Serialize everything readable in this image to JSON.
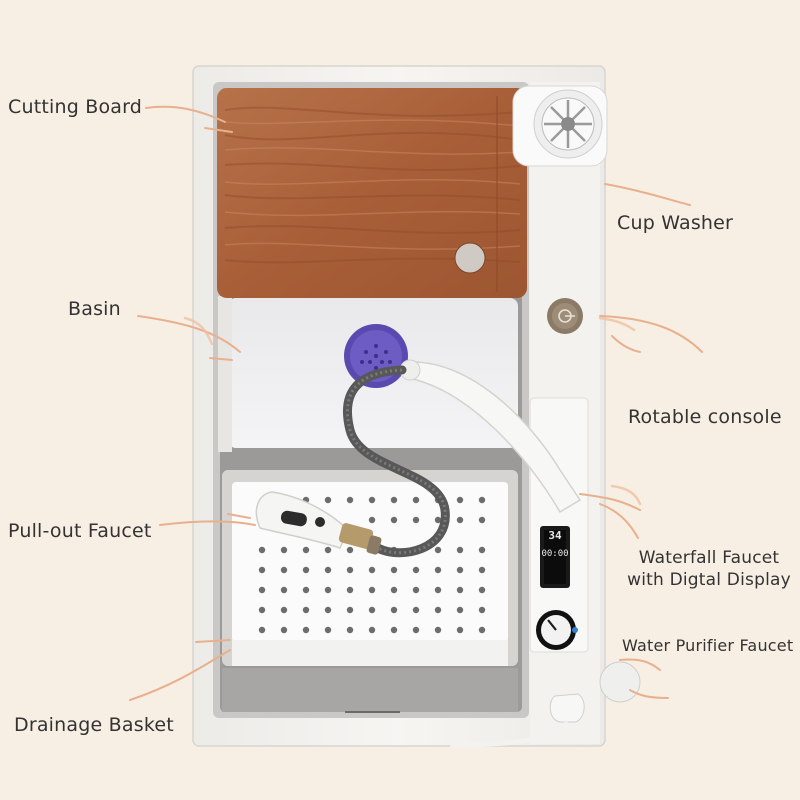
{
  "labels": {
    "cutting_board": "Cutting Board",
    "basin": "Basin",
    "pull_out_faucet": "Pull-out Faucet",
    "drainage_basket": "Drainage Basket",
    "cup_washer": "Cup Washer",
    "rotable_console": "Rotable console",
    "waterfall_faucet_line1": "Waterfall Faucet",
    "waterfall_faucet_line2": "with Digtal Display",
    "water_purifier_faucet": "Water Purifier Faucet"
  },
  "display": {
    "time": "00:00",
    "temp": "34"
  },
  "colors": {
    "background": "#f7efe4",
    "leader_lines": "#e9b08e",
    "sink_body": "#f2f1ee",
    "wood": "#b0683f",
    "drain": "#5a4ab0",
    "knob": "#8a7a66"
  }
}
